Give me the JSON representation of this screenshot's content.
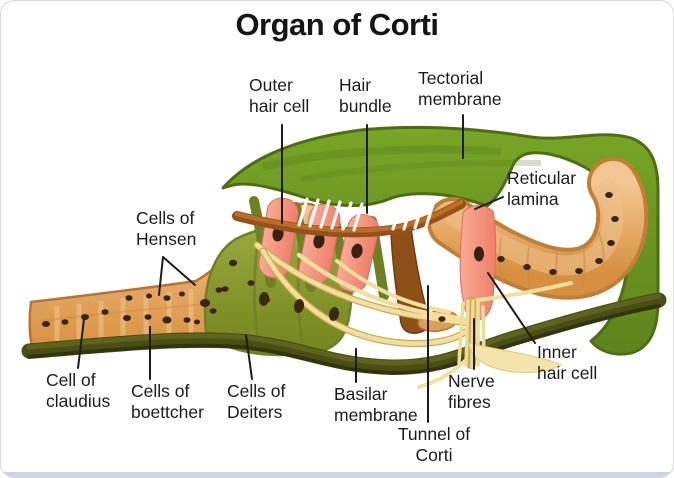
{
  "title": "Organ of Corti",
  "colors": {
    "tectorial_green": "#6b9222",
    "green_edge": "#4e6e12",
    "cell_tan": "#e0a35c",
    "tan_edge": "#b97333",
    "dark_membrane_olive": "#4a4e14",
    "deiters_olive": "#8a9b35",
    "hair_cell_pink": "#f4917e",
    "nucleus_brown": "#38220e",
    "lamina_brown": "#94511a",
    "nerve_yellow": "#f3e5a9",
    "label_text": "#1c1c1c",
    "bottom_strip_blue": "#ccd4e6",
    "border_gray": "#d9d9d9"
  },
  "labels": {
    "outer_hair_cell": {
      "lines": [
        "Outer",
        "hair cell"
      ]
    },
    "hair_bundle": {
      "lines": [
        "Hair",
        "bundle"
      ]
    },
    "tectorial_membrane": {
      "lines": [
        "Tectorial",
        "membrane"
      ]
    },
    "reticular_lamina": {
      "lines": [
        "Reticular",
        "lamina"
      ]
    },
    "cells_of_hensen": {
      "lines": [
        "Cells of",
        "Hensen"
      ]
    },
    "cell_of_claudius": {
      "lines": [
        "Cell of",
        "claudius"
      ]
    },
    "cells_of_boettcher": {
      "lines": [
        "Cells of",
        "boettcher"
      ]
    },
    "cells_of_deiters": {
      "lines": [
        "Cells of",
        "Deiters"
      ]
    },
    "basilar_membrane": {
      "lines": [
        "Basilar",
        "membrane"
      ]
    },
    "tunnel_of_corti": {
      "lines": [
        "Tunnel of",
        "Corti"
      ]
    },
    "nerve_fibres": {
      "lines": [
        "Nerve",
        "fibres"
      ]
    },
    "inner_hair_cell": {
      "lines": [
        "Inner",
        "hair cell"
      ]
    }
  }
}
